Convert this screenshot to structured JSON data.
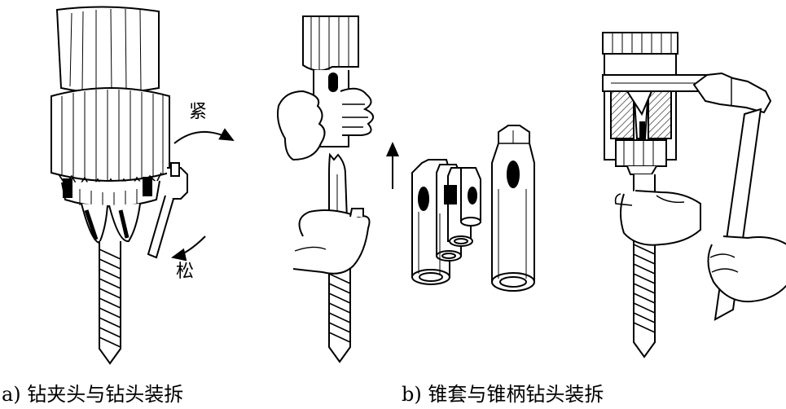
{
  "labels": {
    "tighten": "紧",
    "loosen": "松"
  },
  "captions": {
    "a": "a) 钻夹头与钻头装拆",
    "b": "b) 锥套与锥柄钻头装拆"
  },
  "colors": {
    "ink": "#000000",
    "paper": "#ffffff"
  }
}
